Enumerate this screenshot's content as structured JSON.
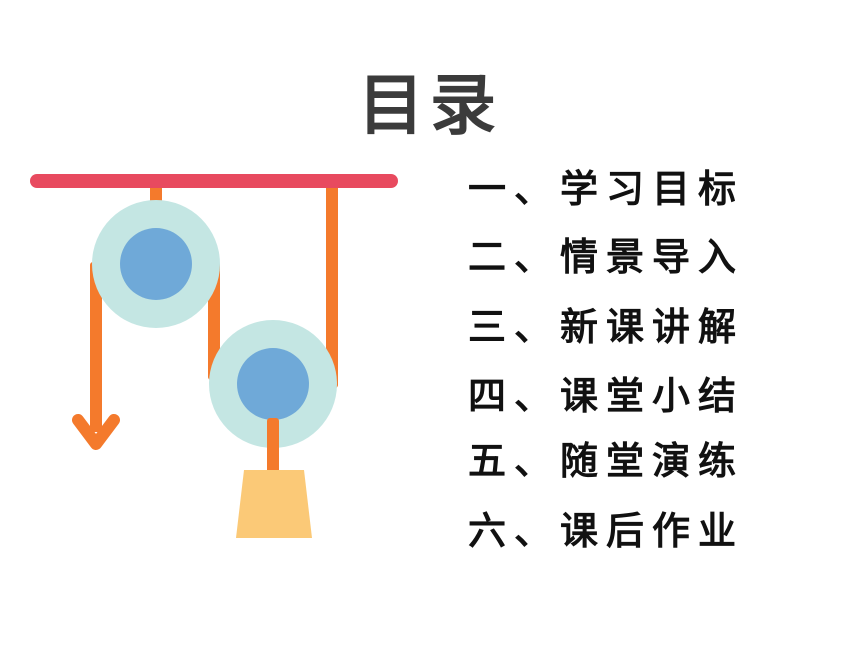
{
  "slide": {
    "title": "目录"
  },
  "toc": {
    "items": [
      "一、学习目标",
      "二、情景导入",
      "三、新课讲解",
      "四、课堂小结",
      "五、随堂演练",
      "六、课后作业"
    ]
  },
  "illustration": {
    "name": "pulley-system-icon",
    "colors": {
      "ceiling": "#e84a5f",
      "rope": "#f47a2c",
      "wheel_outer": "#c4e6e3",
      "wheel_inner": "#6fa9d8",
      "weight": "#fbc977"
    }
  }
}
